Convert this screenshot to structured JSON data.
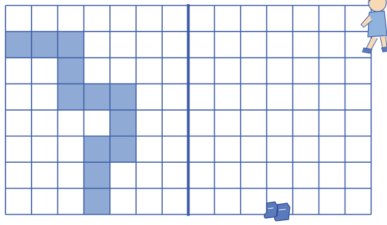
{
  "grid": {
    "rows": 8,
    "columns": 14,
    "axis_after_column": 7,
    "line_color": "#3f5fa8",
    "axis_color": "#3a5aa6",
    "fill_color": "#8faad4",
    "background": "#ffffff",
    "shaded_cells": [
      [
        1,
        0
      ],
      [
        1,
        1
      ],
      [
        1,
        2
      ],
      [
        2,
        2
      ],
      [
        3,
        2
      ],
      [
        3,
        3
      ],
      [
        3,
        4
      ],
      [
        4,
        4
      ],
      [
        5,
        3
      ],
      [
        5,
        4
      ],
      [
        6,
        3
      ],
      [
        7,
        3
      ]
    ]
  },
  "decorations": {
    "girl": "girl-figure-icon",
    "shoes": "shoes-icon",
    "clothing_color": "#8fb3dd",
    "skin_color": "#f7d9b4",
    "shoe_color": "#5b79bd"
  }
}
